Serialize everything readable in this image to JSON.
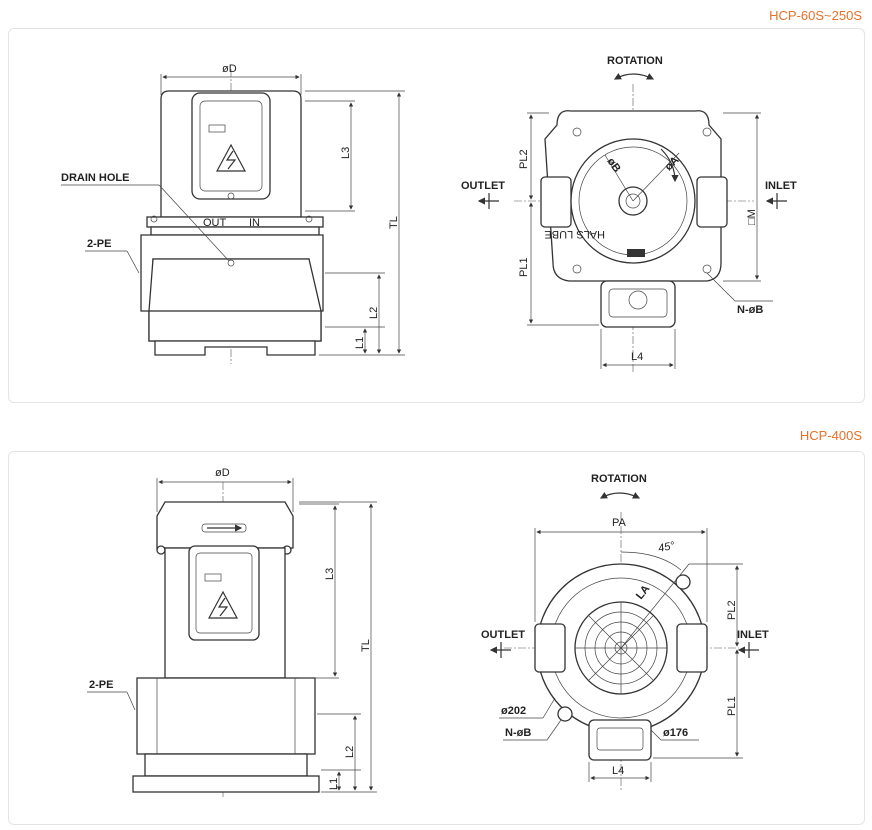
{
  "section1": {
    "model": "HCP-60S~250S",
    "front": {
      "dim_d": "øD",
      "drain_hole": "DRAIN HOLE",
      "pe": "2-PE",
      "out": "OUT",
      "in": "IN",
      "l3": "L3",
      "tl": "TL",
      "l2": "L2",
      "l1": "L1"
    },
    "top": {
      "rotation": "ROTATION",
      "outlet": "OUTLET",
      "inlet": "INLET",
      "pl2": "PL2",
      "pl1": "PL1",
      "m": "□M",
      "ob": "øB",
      "oa": "øA",
      "brand": "HALS LUBE",
      "nb": "N-øB",
      "l4": "L4"
    }
  },
  "section2": {
    "model": "HCP-400S",
    "front": {
      "dim_d": "øD",
      "pe": "2-PE",
      "l3": "L3",
      "tl": "TL",
      "l2": "L2",
      "l1": "L1"
    },
    "top": {
      "rotation": "ROTATION",
      "pa": "PA",
      "angle": "45°",
      "la": "LA",
      "outlet": "OUTLET",
      "inlet": "INLET",
      "pl2": "PL2",
      "pl1": "PL1",
      "d202": "ø202",
      "nb": "N-øB",
      "d176": "ø176",
      "l4": "L4"
    }
  }
}
